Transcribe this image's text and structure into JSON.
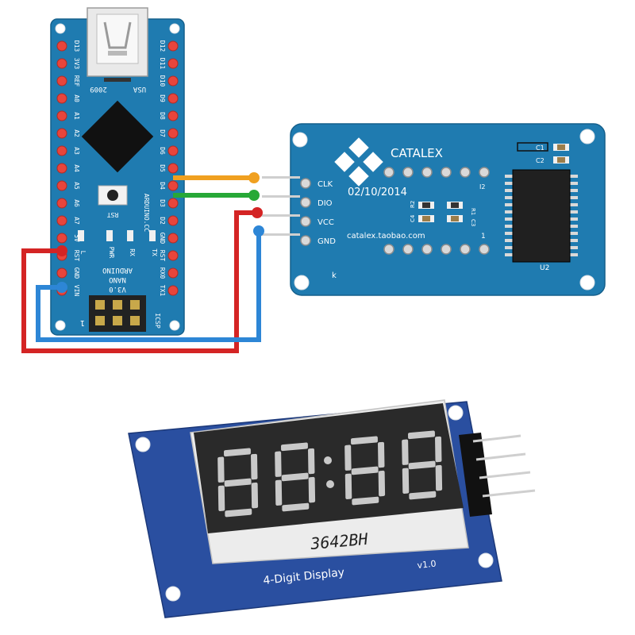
{
  "colors": {
    "board_blue": "#1f7bb0",
    "display_blue": "#2a4fa0",
    "wire_clk": "#f0a020",
    "wire_dio": "#27a837",
    "wire_vcc": "#d42424",
    "wire_gnd": "#2d86d6"
  },
  "arduino": {
    "left_pins": [
      "D13",
      "3V3",
      "REF",
      "A0",
      "A1",
      "A2",
      "A3",
      "A4",
      "A5",
      "A6",
      "A7",
      "5V",
      "RST",
      "GND",
      "VIN"
    ],
    "right_pins": [
      "D12",
      "D11",
      "D10",
      "D9",
      "D8",
      "D7",
      "D6",
      "D5",
      "D4",
      "D3",
      "D2",
      "GND",
      "RST",
      "RX0",
      "TX1"
    ],
    "year": "2009",
    "usb": "USA",
    "rst": "RST",
    "brand": "ARDUINO.CC",
    "leds": [
      "L",
      "PWR",
      "RX",
      "TX"
    ],
    "model_lines": [
      "ARDUINO",
      "NANO",
      "V3.0"
    ],
    "icsp": "ICSP",
    "pin1": "1"
  },
  "module": {
    "brand": "CATALEX",
    "pins": [
      "CLK",
      "DIO",
      "VCC",
      "GND"
    ],
    "date": "02/10/2014",
    "url": "catalex.taobao.com",
    "labels": {
      "c1": "C1",
      "c2": "C2",
      "c3": "C3",
      "c4": "C4",
      "r1": "R1",
      "r2": "R2",
      "u2": "U2",
      "i2": "I2",
      "k": "k",
      "one": "1"
    }
  },
  "display": {
    "part": "3642BH",
    "caption": "4-Digit Display",
    "version": "v1.0"
  }
}
